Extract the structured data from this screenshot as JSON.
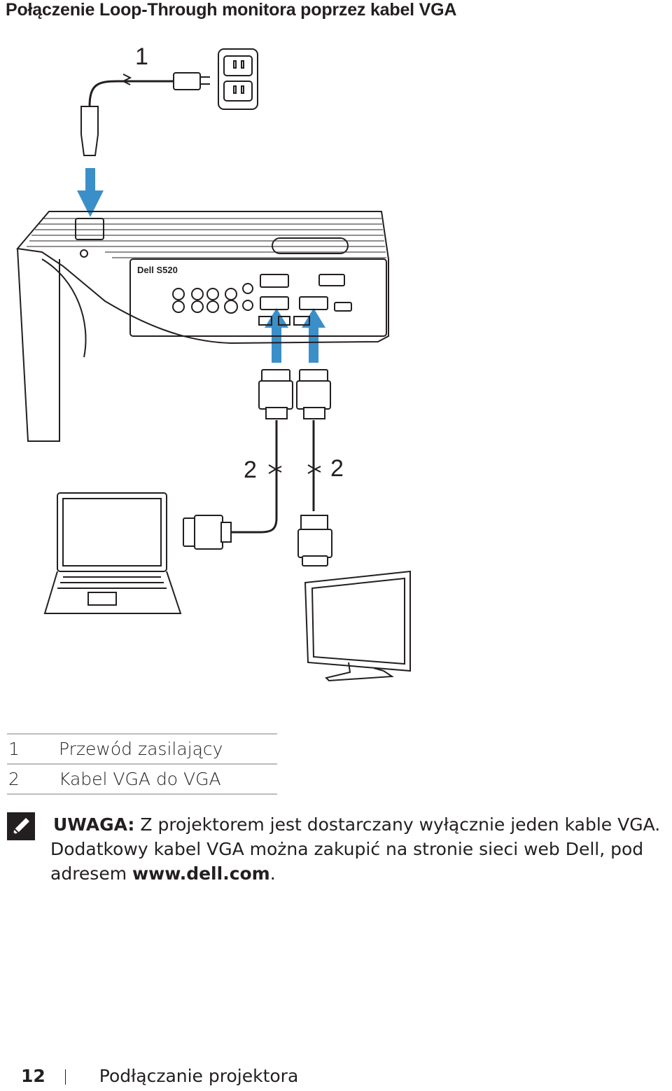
{
  "title": "Połączenie Loop-Through monitora poprzez kabel VGA",
  "diagram": {
    "callout_power": "1",
    "callout_vga_left": "2",
    "callout_vga_right": "2",
    "brand_label": "Dell S520",
    "arrow_color": "#3b8fc9"
  },
  "legend": [
    {
      "num": "1",
      "label": "Przewód zasilający"
    },
    {
      "num": "2",
      "label": "Kabel VGA do VGA"
    }
  ],
  "note": {
    "lead": "UWAGA:",
    "text": " Z projektorem jest dostarczany wyłącznie jeden kable VGA. Dodatkowy kabel VGA można zakupić na stronie sieci web Dell, pod adresem ",
    "link": "www.dell.com",
    "tail": "."
  },
  "footer": {
    "page": "12",
    "section": "Podłączanie projektora"
  }
}
